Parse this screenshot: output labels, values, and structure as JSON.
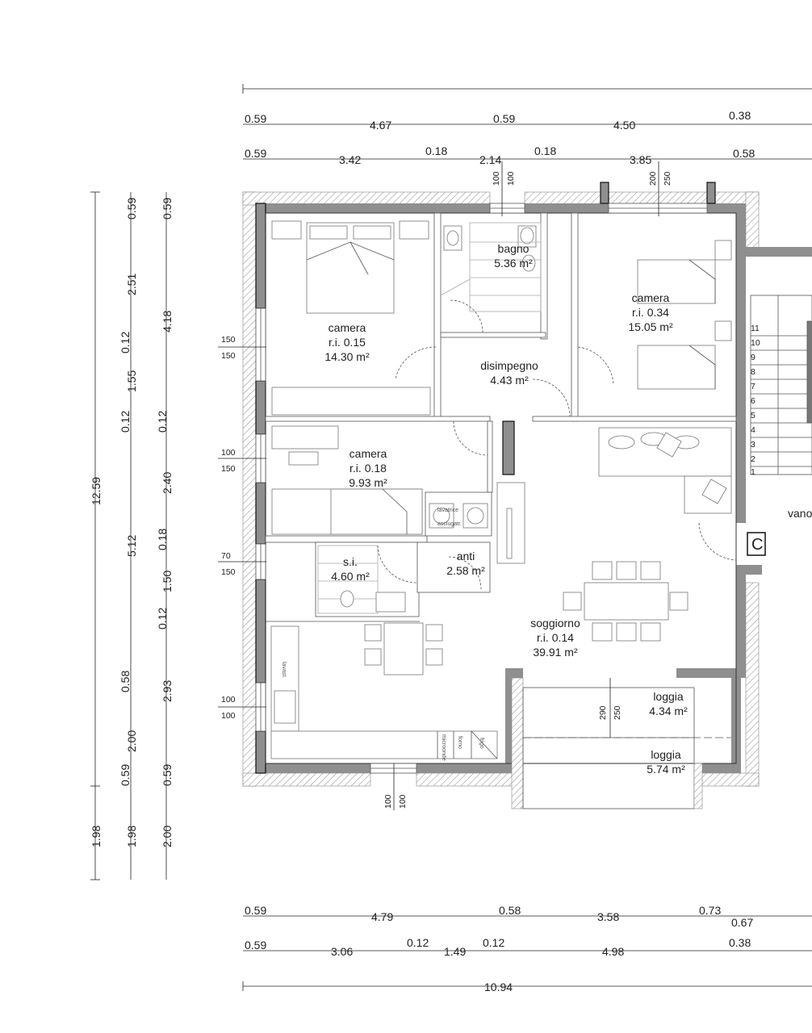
{
  "top_dimensions": {
    "row1": [
      "0.59",
      "4.67",
      "0.59",
      "4.50",
      "0.38"
    ],
    "row2": [
      "0.59",
      "3.42",
      "0.18",
      "2.14",
      "0.18",
      "3.85",
      "0.58"
    ]
  },
  "bottom_dimensions": {
    "row1": [
      "0.59",
      "4.79",
      "0.58",
      "3.58",
      "0.73",
      "0.67"
    ],
    "row2": [
      "0.59",
      "3.06",
      "0.12",
      "1.49",
      "0.12",
      "4.98",
      "0.38"
    ],
    "total": "10.94"
  },
  "left_dimensions": {
    "total": "12.59",
    "outer_bottom": "1.98",
    "middle": [
      "0.59",
      "2.51",
      "0.12",
      "1.55",
      "0.12",
      "5.12",
      "0.58",
      "2.00",
      "0.59",
      "1.98"
    ],
    "inner": [
      "0.59",
      "4.18",
      "0.12",
      "2.40",
      "0.18",
      "1.50",
      "0.12",
      "2.93",
      "0.59",
      "2.00"
    ]
  },
  "window_sizes": {
    "w1": [
      "150",
      "150"
    ],
    "w2": [
      "100",
      "150"
    ],
    "w3": [
      "70",
      "150"
    ],
    "w4": [
      "100",
      "100"
    ],
    "top_bagno": [
      "100",
      "100"
    ],
    "top_camera": [
      "200",
      "250"
    ],
    "bottom": [
      "100",
      "100"
    ],
    "loggia": [
      "290",
      "250"
    ]
  },
  "rooms": {
    "camera1": {
      "name": "camera",
      "ri": "r.i. 0.15",
      "area": "14.30 m²"
    },
    "bagno": {
      "name": "bagno",
      "area": "5.36 m²"
    },
    "camera2": {
      "name": "camera",
      "ri": "r.i. 0.34",
      "area": "15.05 m²"
    },
    "disimpegno": {
      "name": "disimpegno",
      "area": "4.43 m²"
    },
    "camera3": {
      "name": "camera",
      "ri": "r.i. 0.18",
      "area": "9.93 m²"
    },
    "si": {
      "name": "s.i.",
      "area": "4.60 m²"
    },
    "anti": {
      "name": "anti",
      "area": "2.58 m²"
    },
    "soggiorno": {
      "name": "soggiorno",
      "ri": "r.i. 0.14",
      "area": "39.91 m²"
    },
    "loggia1": {
      "name": "loggia",
      "area": "4.34 m²"
    },
    "loggia2": {
      "name": "loggia",
      "area": "5.74 m²"
    }
  },
  "fixtures": {
    "lavatrice": "lavatrice",
    "asciugatrice": "asciugatr.",
    "lavast": "lavast.",
    "microonde": "microonde",
    "forno": "forno",
    "frigo": "frigo"
  },
  "stairs": [
    "11",
    "10",
    "9",
    "8",
    "7",
    "6",
    "5",
    "4",
    "3",
    "2",
    "1"
  ],
  "stair_label": "vano",
  "marker": "C"
}
